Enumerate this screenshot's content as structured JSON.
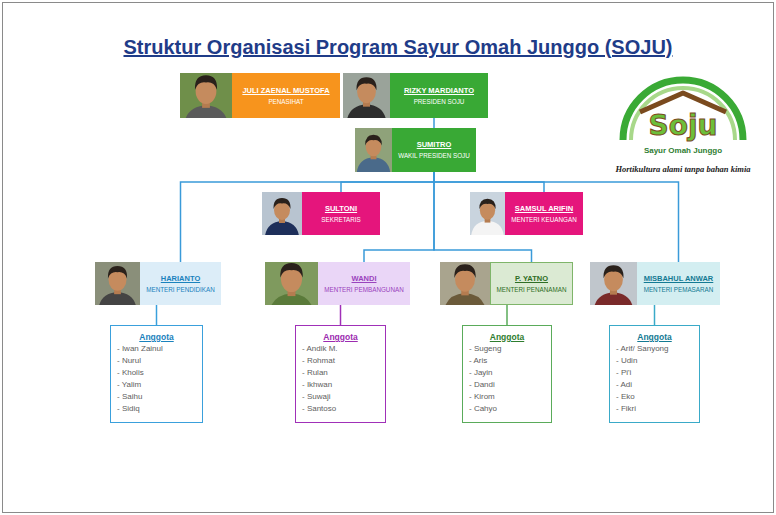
{
  "diagram": {
    "title": "Struktur Organisasi Program Sayur Omah Junggo (SOJU)",
    "nodes": [
      {
        "text": [
          "JULI ZAENAL MUSTOFA",
          "PENASIHAT"
        ]
      },
      {
        "text": [
          "RIZKY MARDIANTO",
          "PRESIDEN SOJU"
        ]
      },
      {
        "text": [
          "SUMITRO",
          "WAKIL PRESIDEN SOJU"
        ]
      },
      {
        "text": [
          "SULTONI",
          "SEKRETARIS"
        ]
      },
      {
        "text": [
          "SAMSUL ARIFIN",
          "MENTERI KEUANGAN"
        ]
      },
      {
        "text": [
          "HARIANTO",
          "MENTERI PENDIDIKAN"
        ]
      },
      {
        "text": [
          "WANDI",
          "MENTERI PEMBANGUNAN"
        ]
      },
      {
        "text": [
          "P. YATNO",
          "MENTERI PENANAMAN"
        ]
      },
      {
        "text": [
          "MISBAHUL ANWAR",
          "MENTERI PEMASARAN"
        ]
      },
      {
        "text": [
          "Anggota",
          "- Iwan Zainul",
          "- Nurul",
          "- Kholis",
          "- Yalim",
          "- Saihu",
          "- Sidiq"
        ]
      },
      {
        "text": [
          "Anggota",
          "- Andik M.",
          "- Rohmat",
          "- Rulan",
          "- Ikhwan",
          "- Suwaji",
          "- Santoso"
        ]
      },
      {
        "text": [
          "Anggota",
          "- Sugeng",
          "- Aris",
          "- Jayin",
          "- Dandi",
          "- Kirom",
          "- Cahyo"
        ]
      },
      {
        "text": [
          "Anggota",
          "- Arif/ Sanyong",
          "- Udin",
          "- Pi'i",
          "- Adi",
          "- Eko",
          "- Fikri"
        ]
      }
    ],
    "edges": [
      {
        "from": 1,
        "to": 2,
        "arrow": "none"
      },
      {
        "from": 2,
        "to": 3,
        "arrow": "none"
      },
      {
        "from": 2,
        "to": 4,
        "arrow": "none"
      },
      {
        "from": 2,
        "to": 5,
        "arrow": "none"
      },
      {
        "from": 2,
        "to": 6,
        "arrow": "none"
      },
      {
        "from": 2,
        "to": 7,
        "arrow": "none"
      },
      {
        "from": 2,
        "to": 8,
        "arrow": "none"
      },
      {
        "from": 5,
        "to": 9,
        "arrow": "none"
      },
      {
        "from": 6,
        "to": 10,
        "arrow": "none"
      },
      {
        "from": 7,
        "to": 11,
        "arrow": "none"
      },
      {
        "from": 8,
        "to": 12,
        "arrow": "none"
      }
    ],
    "labels": [
      "Soju",
      "Sayur Omah Junggo",
      "Hortikultura alami tanpa bahan kimia"
    ]
  }
}
